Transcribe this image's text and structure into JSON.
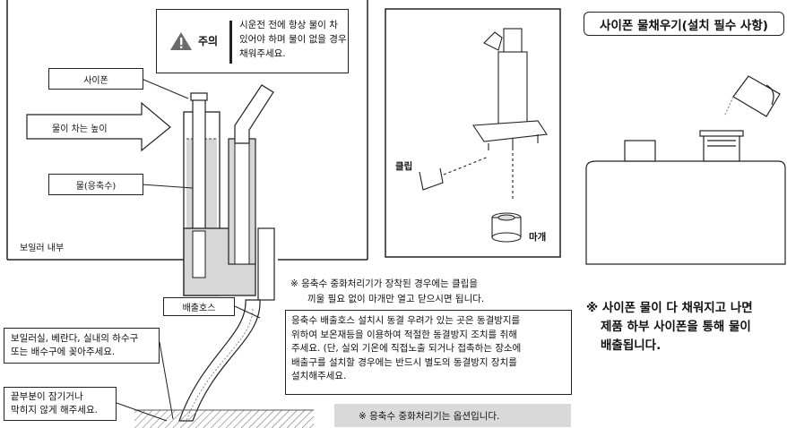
{
  "caution": {
    "title": "주의",
    "lines": [
      "시운전 전에 항상 물이 차",
      "있어야 하며 물이 없을 경우",
      "채워주세요."
    ]
  },
  "labels": {
    "siphon": "사이폰",
    "water_level": "물이 차는 높이",
    "condensate": "물(응축수)",
    "boiler_inside": "보일러 내부",
    "drain_hose": "배출호스",
    "clip": "클립",
    "cap": "마개"
  },
  "neutralizer_note": {
    "line1": "※ 응축수 중화처리기가 장착된 경우에는 클립을",
    "line2": "끼울 필요 없이 마개만 열고 닫으시면 됩니다."
  },
  "antifreeze_note": {
    "lines": [
      "응축수 배출호스 설치시 동결 우려가 있는 곳은 동결방지를",
      "위하여 보온재등을 이용하여 적절한 동결방지 조치를 취해",
      "주세요. (단, 실외 기온에 직접노출 되거나 접촉하는 장소에",
      "배출구를 설치할 경우에는 반드시 별도의 동결방지 장치를",
      "설치해주세요."
    ]
  },
  "drain_location": {
    "line1": "보일러실, 베란다, 실내의 하수구",
    "line2": "또는 배수구에 꽂아주세요."
  },
  "end_note": {
    "line1": "끝부분이 잠기거나",
    "line2": "막히지 않게 해주세요."
  },
  "option_note": "※ 응축수 중화처리기는 옵션입니다.",
  "siphon_fill": {
    "title": "사이폰 물채우기(설치 필수 사항)",
    "note_line1": "※ 사이폰 물이 다 채워지고 나면",
    "note_line2": "제품 하부 사이폰을 통해 물이",
    "note_line3": "배출됩니다."
  },
  "colors": {
    "water": "#d7d7d7",
    "warning": "#6b6b6b",
    "option_bg": "#d9d9d9"
  }
}
